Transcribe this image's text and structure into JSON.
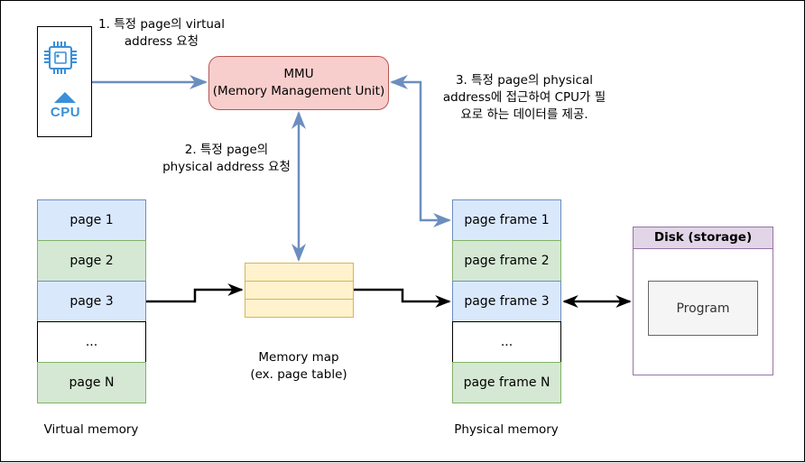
{
  "cpu": {
    "label": "CPU",
    "icon": "cpu-chip-icon"
  },
  "mmu": {
    "title": "MMU",
    "subtitle": "(Memory Management Unit)"
  },
  "steps": {
    "step1_line1": "1. 특정 page의 virtual",
    "step1_line2": "address 요청",
    "step2_line1": "2. 특정 page의",
    "step2_line2": "physical address 요청",
    "step3_line1": "3. 특정 page의 physical",
    "step3_line2": "address에 접근하여 CPU가 필",
    "step3_line3": "요로 하는 데이터를 제공."
  },
  "virtual_memory": {
    "label": "Virtual memory",
    "pages": [
      "page 1",
      "page 2",
      "page 3",
      "...",
      "page N"
    ]
  },
  "memory_map": {
    "line1": "Memory map",
    "line2": "(ex. page table)"
  },
  "physical_memory": {
    "label": "Physical memory",
    "frames": [
      "page frame 1",
      "page frame 2",
      "page frame 3",
      "...",
      "page frame N"
    ]
  },
  "disk": {
    "title": "Disk (storage)",
    "program": "Program"
  },
  "colors": {
    "arrow_blue": "#6c8ebf",
    "page_blue": "#dae8fc",
    "page_green": "#d5e8d4",
    "mmu_fill": "#f8cecc",
    "mmu_border": "#b85450",
    "table_fill": "#fff2cc",
    "table_border": "#d6b656",
    "disk_border": "#9673a6",
    "disk_header": "#e1d5e7",
    "cpu_icon": "#3a8fd9"
  }
}
